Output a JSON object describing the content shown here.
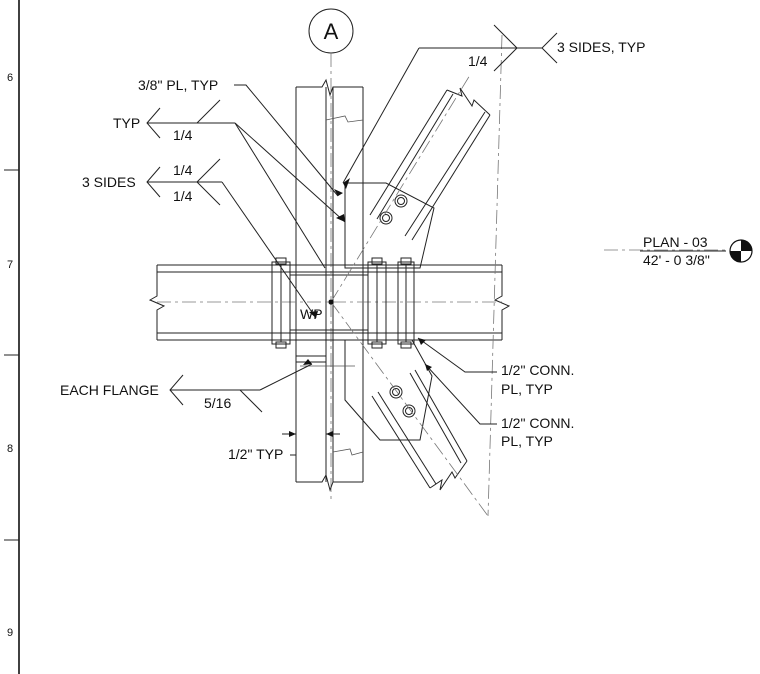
{
  "grid_bubble": {
    "label": "A"
  },
  "level_numbers": [
    "6",
    "7",
    "8",
    "9"
  ],
  "welds": {
    "three_sides_typ": {
      "size": "1/4",
      "note": "3 SIDES, TYP"
    },
    "typ": {
      "label": "TYP",
      "size": "1/4"
    },
    "three_sides": {
      "label": "3 SIDES",
      "size_top": "1/4",
      "size_bottom": "1/4"
    },
    "each_flange": {
      "label": "EACH FLANGE",
      "size": "5/16"
    }
  },
  "callouts": {
    "plate_typ": "3/8\" PL, TYP",
    "conn_pl_1_line1": "1/2\" CONN.",
    "conn_pl_1_line2": "PL, TYP",
    "conn_pl_2_line1": "1/2\" CONN.",
    "conn_pl_2_line2": "PL, TYP",
    "half_typ": "1/2\" TYP",
    "work_point": "WP"
  },
  "level_marker": {
    "name": "PLAN - 03",
    "elevation": "42' - 0 3/8\""
  }
}
